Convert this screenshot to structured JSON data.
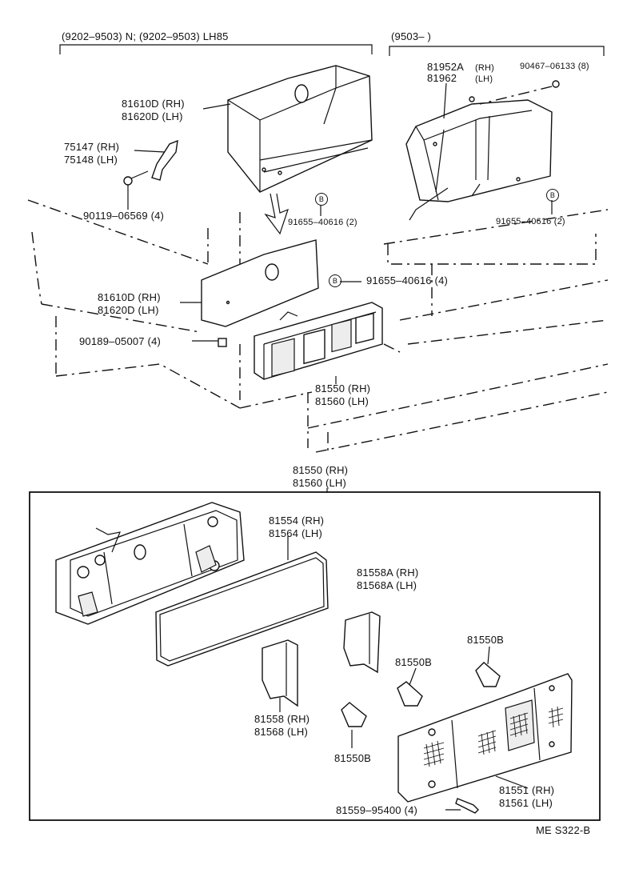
{
  "header": {
    "left": "(9202–9503) N; (9202–9503) LH85",
    "right": "(9503–          )"
  },
  "labels": {
    "p81610d_a": "81610D (RH)",
    "p81620d_a": "81620D (LH)",
    "p75147": "75147 (RH)",
    "p75148": "75148 (LH)",
    "p90119": "90119–06569 (4)",
    "p91655_a": "91655–40616 (2)",
    "p91655_b": "91655–40616 (4)",
    "p81610d_b": "81610D (RH)",
    "p81620d_b": "81620D (LH)",
    "p90189": "90189–05007 (4)",
    "p81550_a": "81550 (RH)",
    "p81560_a": "81560 (LH)",
    "p81952a": "81952A",
    "p81952a_rh": "(RH)",
    "p81962": "81962",
    "p81962_lh": "(LH)",
    "p90467": "90467–06133 (8)",
    "p91655_c": "91655–40616 (2)",
    "p81550_b": "81550 (RH)",
    "p81560_b": "81560 (LH)",
    "p81554": "81554 (RH)",
    "p81564": "81564 (LH)",
    "p81558a": "81558A (RH)",
    "p81568a": "81568A (LH)",
    "p81550b_1": "81550B",
    "p81550b_2": "81550B",
    "p81550b_3": "81550B",
    "p81558": "81558 (RH)",
    "p81568": "81568 (LH)",
    "p81551": "81551 (RH)",
    "p81561": "81561 (LH)",
    "p81559": "81559–95400 (4)",
    "b1": "B",
    "b2": "B",
    "b3": "B"
  },
  "footer": {
    "code": "ME  S322-B"
  }
}
